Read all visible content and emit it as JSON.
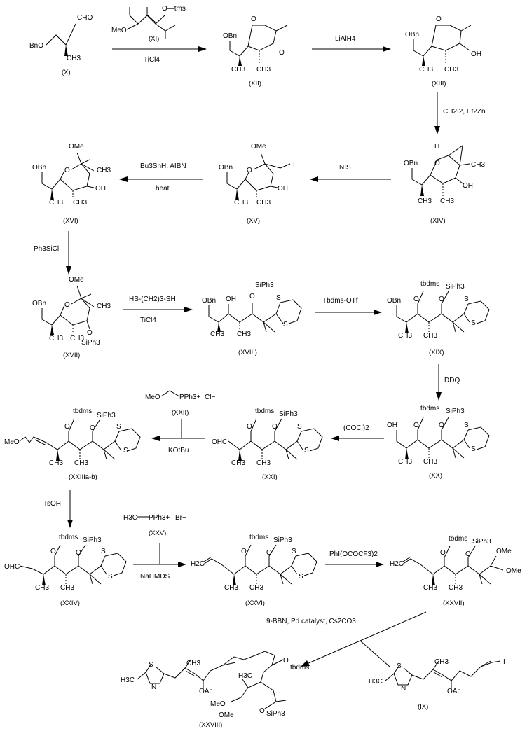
{
  "compounds": {
    "X": {
      "id": "(X)",
      "labels": [
        "BnO",
        "CHO",
        "CH3"
      ]
    },
    "XII": {
      "id": "(XII)",
      "labels": [
        "OBn",
        "O",
        "O",
        "CH3",
        "CH3"
      ]
    },
    "XIII": {
      "id": "(XIII)",
      "labels": [
        "OBn",
        "O",
        "OH",
        "CH3",
        "CH3"
      ]
    },
    "XIV": {
      "id": "(XIV)",
      "labels": [
        "H",
        "OBn",
        "O",
        "CH3",
        "OH",
        "CH3",
        "CH3"
      ]
    },
    "XV": {
      "id": "(XV)",
      "labels": [
        "OMe",
        "OBn",
        "O",
        "I",
        "OH",
        "CH3",
        "CH3"
      ]
    },
    "XVI": {
      "id": "(XVI)",
      "labels": [
        "OMe",
        "OBn",
        "O",
        "CH3",
        "OH",
        "CH3",
        "CH3"
      ]
    },
    "XVII": {
      "id": "(XVII)",
      "labels": [
        "OMe",
        "OBn",
        "O",
        "CH3",
        "O",
        "SiPh3",
        "CH3",
        "CH3"
      ]
    },
    "XVIII": {
      "id": "(XVIII)",
      "labels": [
        "SiPh3",
        "OBn",
        "OH",
        "O",
        "S",
        "S",
        "CH3",
        "CH3"
      ]
    },
    "XIX": {
      "id": "(XIX)",
      "labels": [
        "tbdms",
        "SiPh3",
        "OBn",
        "O",
        "O",
        "S",
        "S",
        "CH3",
        "CH3"
      ]
    },
    "XX": {
      "id": "(XX)",
      "labels": [
        "tbdms",
        "SiPh3",
        "OH",
        "O",
        "O",
        "S",
        "S",
        "CH3",
        "CH3"
      ]
    },
    "XXI": {
      "id": "(XXI)",
      "labels": [
        "tbdms",
        "SiPh3",
        "OHC",
        "O",
        "O",
        "S",
        "S",
        "CH3",
        "CH3"
      ]
    },
    "XXIII": {
      "id": "(XXIIIa-b)",
      "labels": [
        "tbdms",
        "SiPh3",
        "MeO",
        "O",
        "O",
        "S",
        "S",
        "CH3",
        "CH3"
      ]
    },
    "XXIV": {
      "id": "(XXIV)",
      "labels": [
        "tbdms",
        "SiPh3",
        "OHC",
        "O",
        "O",
        "S",
        "S",
        "CH3",
        "CH3"
      ]
    },
    "XXVI": {
      "id": "(XXVI)",
      "labels": [
        "tbdms",
        "SiPh3",
        "H2C",
        "O",
        "O",
        "S",
        "S",
        "CH3",
        "CH3"
      ]
    },
    "XXVII": {
      "id": "(XXVII)",
      "labels": [
        "tbdms",
        "SiPh3",
        "H2C",
        "O",
        "O",
        "OMe",
        "OMe",
        "CH3",
        "CH3"
      ]
    },
    "XXVIII": {
      "id": "(XXVIII)",
      "labels": [
        "S",
        "N",
        "H3C",
        "CH3",
        "OAc",
        "H3C",
        "O",
        "tbdms",
        "MeO",
        "OMe",
        "O",
        "SiPh3"
      ]
    },
    "IX": {
      "id": "(IX)",
      "labels": [
        "S",
        "N",
        "H3C",
        "CH3",
        "I",
        "OAc"
      ]
    }
  },
  "reagents": {
    "r1_reagent": "(XI)",
    "r1_xi_left": "MeO",
    "r1_xi_right": "O—tms",
    "r1_cond": "TiCl4",
    "r2": "LiAlH4",
    "r3": "CH2I2, Et2Zn",
    "r4": "NIS",
    "r5_top": "Bu3SnH, AIBN",
    "r5_bot": "heat",
    "r6": "Ph3SiCl",
    "r7_top": "HS-(CH2)3-SH",
    "r7_bot": "TiCl4",
    "r8": "Tbdms-OTf",
    "r9": "DDQ",
    "r10": "(COCl)2",
    "r11_reagent_a": "MeO",
    "r11_reagent_b": "PPh3+",
    "r11_reagent_c": "Cl−",
    "r11_id": "(XXII)",
    "r11_cond": "KOtBu",
    "r12": "TsOH",
    "r13_reagent_a": "H3C",
    "r13_reagent_b": "PPh3+",
    "r13_reagent_c": "Br−",
    "r13_id": "(XXV)",
    "r13_cond": "NaHMDS",
    "r14": "PhI(OCOCF3)2",
    "r15": "9-BBN, Pd catalyst, Cs2CO3"
  }
}
